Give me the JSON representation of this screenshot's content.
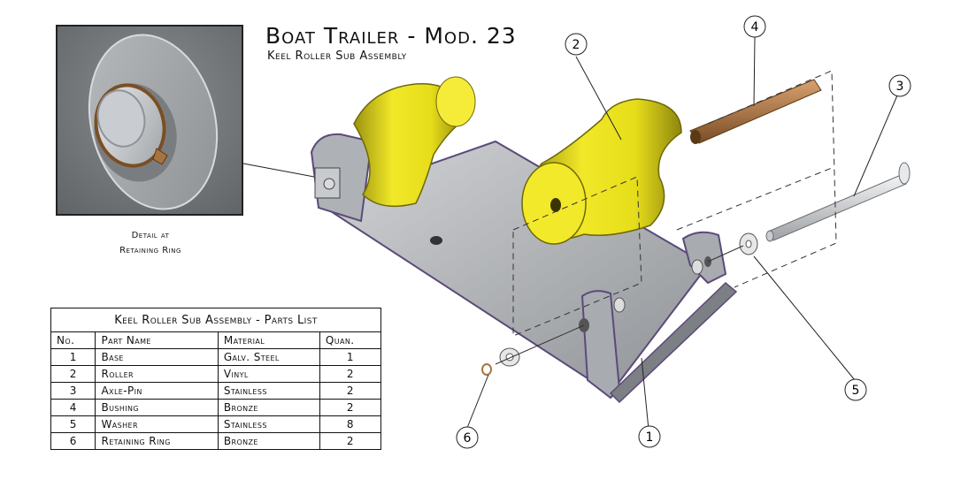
{
  "title": "Boat Trailer - Mod. 23",
  "subtitle": "Keel Roller Sub Assembly",
  "detail": {
    "caption_line1": "Detail at",
    "caption_line2": "Retaining Ring"
  },
  "parts_list": {
    "caption": "Keel Roller Sub Assembly - Parts List",
    "headers": [
      "No.",
      "Part Name",
      "Material",
      "Quan."
    ],
    "rows": [
      [
        "1",
        "Base",
        "Galv. Steel",
        "1"
      ],
      [
        "2",
        "Roller",
        "Vinyl",
        "2"
      ],
      [
        "3",
        "Axle-Pin",
        "Stainless",
        "2"
      ],
      [
        "4",
        "Bushing",
        "Bronze",
        "2"
      ],
      [
        "5",
        "Washer",
        "Stainless",
        "8"
      ],
      [
        "6",
        "Retaining Ring",
        "Bronze",
        "2"
      ]
    ]
  },
  "callouts": [
    "1",
    "2",
    "3",
    "4",
    "5",
    "6"
  ],
  "colors": {
    "roller": "#e6dd1a",
    "steel": "#b9bcc0",
    "bronze": "#a9733f",
    "stainless": "#d9dbde"
  }
}
